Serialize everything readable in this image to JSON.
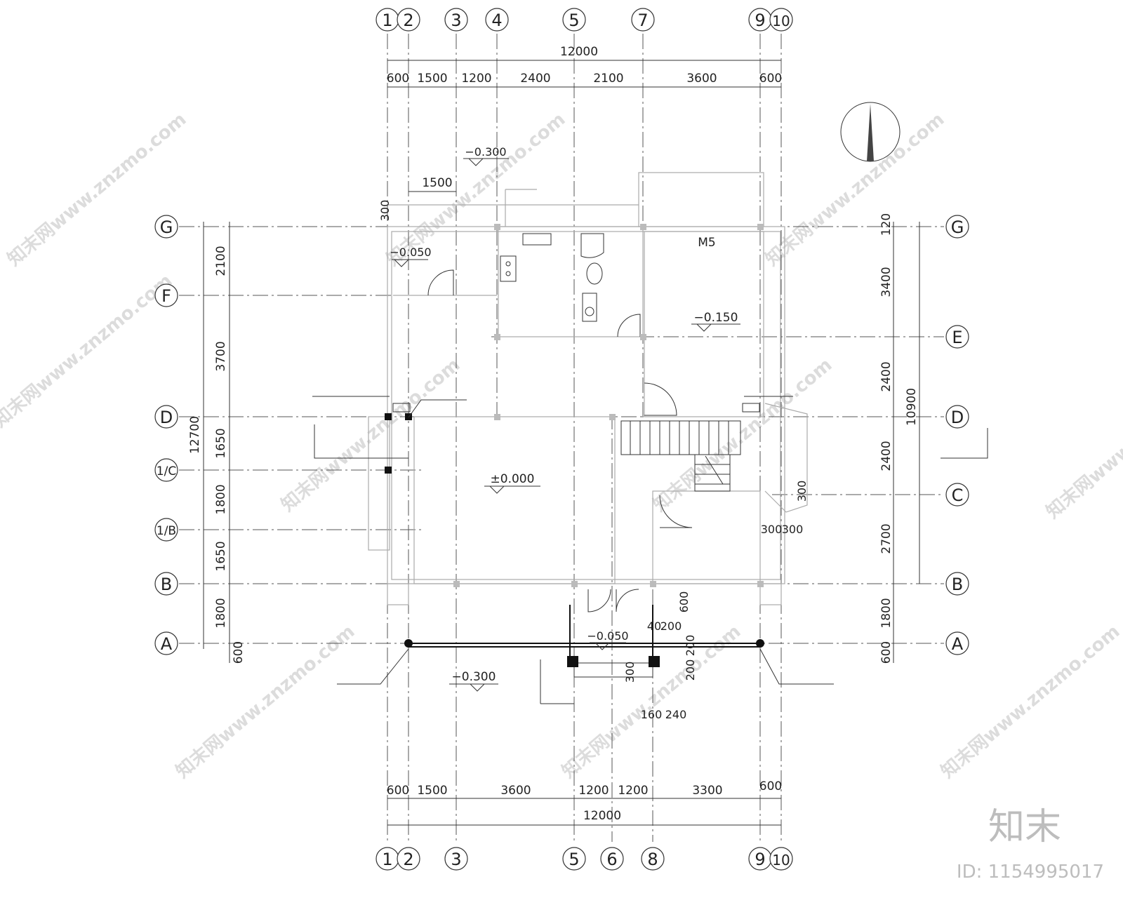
{
  "grid": {
    "top_bubbles": [
      "1",
      "2",
      "3",
      "4",
      "5",
      "7",
      "9",
      "10"
    ],
    "bottom_bubbles": [
      "1",
      "2",
      "3",
      "5",
      "6",
      "8",
      "9",
      "10"
    ],
    "left_bubbles": [
      "G",
      "F",
      "D",
      "1/C",
      "1/B",
      "B",
      "A"
    ],
    "right_bubbles": [
      "G",
      "E",
      "D",
      "C",
      "B",
      "A"
    ]
  },
  "dimensions": {
    "top_total": "12000",
    "top_segments": [
      "600",
      "1500",
      "1200",
      "2400",
      "2100",
      "3600",
      "600"
    ],
    "bottom_total": "12000",
    "bottom_segments": [
      "600",
      "1500",
      "3600",
      "1200",
      "1200",
      "3300",
      "600"
    ],
    "left_total": "12700",
    "left_segments": [
      "2100",
      "3700",
      "1650",
      "1800",
      "1650",
      "1800",
      "600"
    ],
    "right_total": "10900",
    "right_segments": [
      "120",
      "3400",
      "2400",
      "2400",
      "2700",
      "1800",
      "600"
    ],
    "misc": [
      "1500",
      "300",
      "300",
      "300",
      "300",
      "600",
      "40",
      "200",
      "200",
      "200",
      "300",
      "160",
      "240"
    ]
  },
  "levels": {
    "top_left": "−0.300",
    "northwest_room": "−0.050",
    "bedroom": "−0.150",
    "living": "±0.000",
    "porch": "−0.050",
    "south_ground": "−0.300"
  },
  "labels": {
    "door_m5": "M5"
  },
  "watermark": {
    "site": "知末网www.znzmo.com",
    "brand": "知末",
    "id_text": "ID: 1154995017"
  }
}
